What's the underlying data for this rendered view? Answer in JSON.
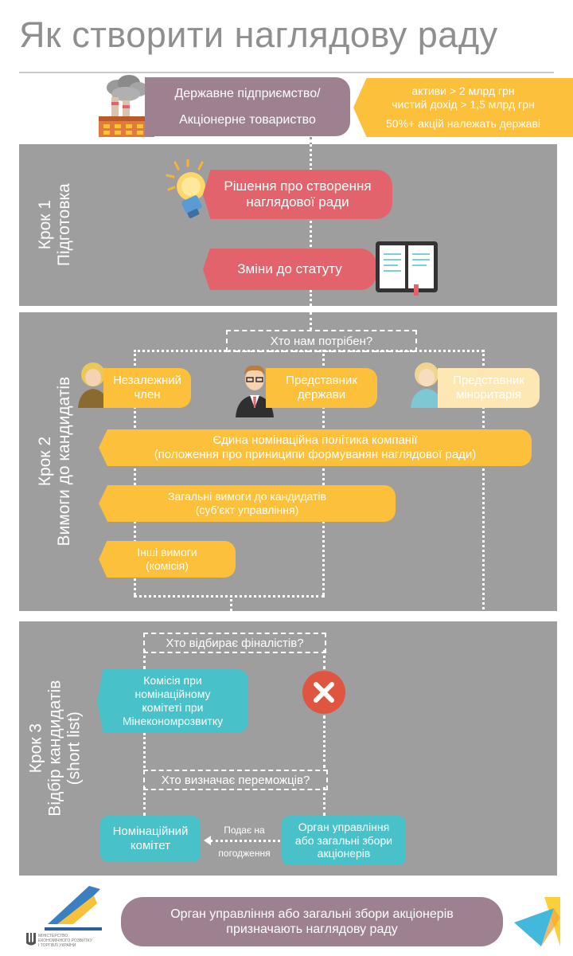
{
  "title": "Як створити наглядову раду",
  "header": {
    "entity_line1": "Державне підприємство/",
    "entity_line2": "Акціонерне товариство",
    "cond1": "активи > 2 млрд грн",
    "cond2": "чистий дохід > 1,5 млрд грн",
    "cond3": "50%+ акцій належать державі"
  },
  "step1": {
    "label_line1": "Крок 1",
    "label_line2": "Підготовка",
    "decision_line1": "Рішення про створення",
    "decision_line2": "наглядової ради",
    "charter": "Зміни до статуту"
  },
  "step2": {
    "label_line1": "Крок 2",
    "label_line2": "Вимоги до кандидатів",
    "question": "Хто нам потрібен?",
    "cand1_line1": "Незалежний",
    "cand1_line2": "член",
    "cand2_line1": "Представник",
    "cand2_line2": "держави",
    "cand3_line1": "Представник",
    "cand3_line2": "міноритарія",
    "policy_line1": "Єдина номінаційна політика компанії",
    "policy_line2": "(положення про приниципи формуванян наглядової ради)",
    "general_line1": "Загальні вимоги до кандидатів",
    "general_line2": "(суб'єкт управління)",
    "other_line1": "Інші вимоги",
    "other_line2": "(комісія)"
  },
  "step3": {
    "label_line1": "Крок 3",
    "label_line2": "Відбір кандидатів",
    "label_line3": "(short list)",
    "q1": "Хто відбирає фіналістів?",
    "commission_line1": "Комісія при",
    "commission_line2": "номінаційному",
    "commission_line3": "комітеті при",
    "commission_line4": "Мінекономрозвитку",
    "q2": "Хто визначає переможців?",
    "nomcom_line1": "Номінаційний",
    "nomcom_line2": "комітет",
    "submits_line1": "Подає на",
    "submits_line2": "погодження",
    "organ_line1": "Орган управління",
    "organ_line2": "або загальні збори",
    "organ_line3": "акціонерів"
  },
  "footer": {
    "line1": "Орган управління або загальні збори акціонерів",
    "line2": "призначають наглядову раду",
    "ministry_line1": "МІНІСТЕРСТВО",
    "ministry_line2": "ЕКОНОМІЧНОГО РОЗВИТКУ",
    "ministry_line3": "І ТОРГІВЛІ УКРАЇНИ"
  },
  "colors": {
    "mauve": "#9e8191",
    "red": "#e2636b",
    "yellow": "#fcc03b",
    "teal": "#48c2c8",
    "panel": "#9e9e9e"
  }
}
